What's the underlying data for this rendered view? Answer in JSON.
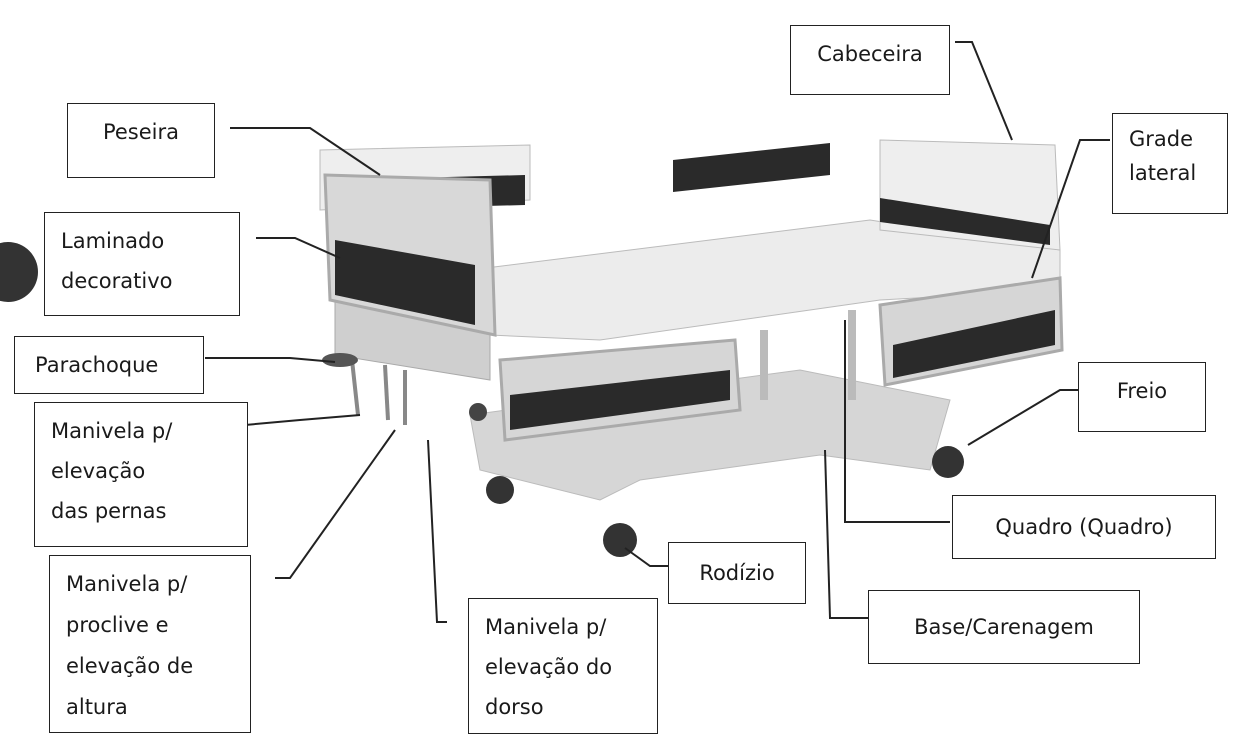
{
  "labels": {
    "cabeceira": "Cabeceira",
    "peseira": "Peseira",
    "grade_lateral_line1": "Grade",
    "grade_lateral_line2": "lateral",
    "laminado_line1": "Laminado",
    "laminado_line2": "decorativo",
    "parachoque": "Parachoque",
    "manivela_pernas_line1": "Manivela p/",
    "manivela_pernas_line2": "elevação",
    "manivela_pernas_line3": "das pernas",
    "manivela_proclive_line1": "Manivela p/",
    "manivela_proclive_line2": "proclive e",
    "manivela_proclive_line3": "elevação de",
    "manivela_proclive_line4": "altura",
    "manivela_dorso_line1": "Manivela p/",
    "manivela_dorso_line2": "elevação do",
    "manivela_dorso_line3": "dorso",
    "freio": "Freio",
    "quadro": "Quadro (Quadro)",
    "rodizio": "Rodízio",
    "base": "Base/Carenagem"
  },
  "colors": {
    "bed_frame": "#d9d9d9",
    "panel_dark": "#2a2a2a",
    "mattress": "#ececec",
    "line": "#222222"
  }
}
